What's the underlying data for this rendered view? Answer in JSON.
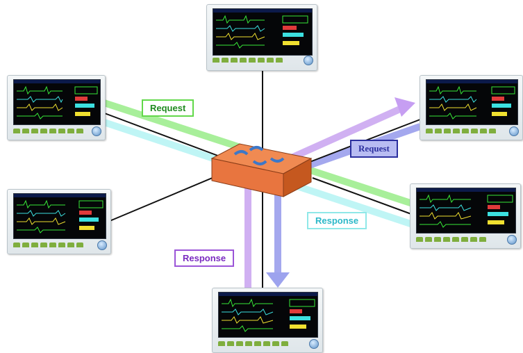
{
  "labels": {
    "request_green": "Request",
    "request_blue": "Request",
    "response_cyan": "Response",
    "response_purple": "Response"
  },
  "colors": {
    "green_flow": "#a8ef9a",
    "cyan_flow": "#bff5f5",
    "purple_flow": "#c9a6f2",
    "blue_flow": "#a4a8ee",
    "switch_orange": "#e8753f",
    "switch_arrows": "#3d78c8"
  },
  "icons": {
    "switch": "network-switch-icon",
    "monitor": "patient-monitor-icon"
  }
}
